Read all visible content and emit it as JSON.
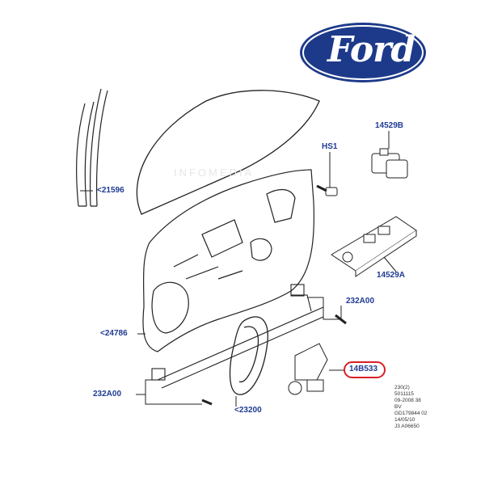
{
  "brand": {
    "logo_text": "Ford",
    "logo_color": "#1d3a8a"
  },
  "watermark": "INFOMEDIA",
  "labels": {
    "glass_run": "<21596",
    "switch_b": "14529B",
    "bolt": "HS1",
    "switch_a": "14529A",
    "door_panel": "<24786",
    "bolt_upper": "232A00",
    "motor": "14B533",
    "bolt_lower": "232A00",
    "regulator_cable": "<23200"
  },
  "highlight_color": "#d91e26",
  "label_color": "#1f3a93",
  "diagram_code": [
    "230(2)",
    "5011115",
    "09-2008 38",
    "BV",
    "GD179844 02",
    "14/05/10",
    "J3 A06650"
  ]
}
